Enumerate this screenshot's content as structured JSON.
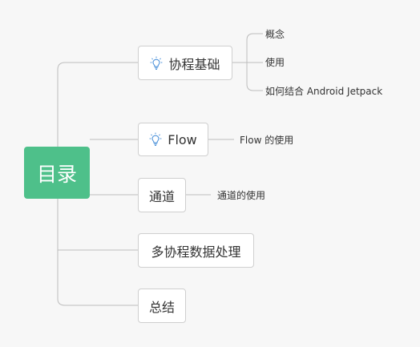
{
  "root": {
    "label": "目录"
  },
  "topics": [
    {
      "label": "协程基础",
      "icon": "lightbulb-icon"
    },
    {
      "label": "Flow",
      "icon": "lightbulb-icon"
    },
    {
      "label": "通道"
    },
    {
      "label": "多协程数据处理"
    },
    {
      "label": "总结"
    }
  ],
  "subtopics": {
    "coroutine_basics": [
      "概念",
      "使用",
      "如何结合 Android Jetpack"
    ],
    "flow": [
      "Flow 的使用"
    ],
    "channel": [
      "通道的使用"
    ]
  },
  "colors": {
    "root_fill": "#4ec08a",
    "root_text": "#ffffff",
    "connector": "#bcbcbc",
    "node_border": "#cfcfcf",
    "background": "#f7f7f7",
    "icon": "#4a90d9"
  }
}
